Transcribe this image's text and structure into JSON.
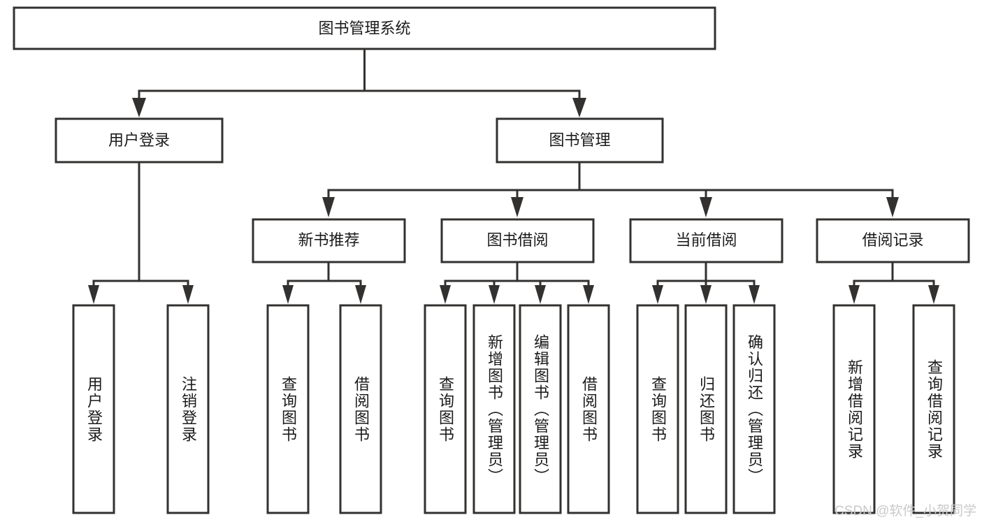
{
  "diagram": {
    "title_node": {
      "label": "图书管理系统"
    },
    "level2": [
      {
        "id": "user-login",
        "label": "用户登录"
      },
      {
        "id": "book-management",
        "label": "图书管理"
      }
    ],
    "level3": [
      {
        "id": "new-book-recommend",
        "label": "新书推荐"
      },
      {
        "id": "book-borrow",
        "label": "图书借阅"
      },
      {
        "id": "current-borrow",
        "label": "当前借阅"
      },
      {
        "id": "borrow-record",
        "label": "借阅记录"
      }
    ],
    "leaves": [
      {
        "id": "leaf-user-login",
        "label": "用户登录",
        "parent": "user-login"
      },
      {
        "id": "leaf-logout-login",
        "label": "注销登录",
        "parent": "user-login"
      },
      {
        "id": "leaf-query-book-1",
        "label": "查询图书",
        "parent": "new-book-recommend"
      },
      {
        "id": "leaf-borrow-book-1",
        "label": "借阅图书",
        "parent": "new-book-recommend"
      },
      {
        "id": "leaf-query-book-2",
        "label": "查询图书",
        "parent": "book-borrow"
      },
      {
        "id": "leaf-add-book",
        "label": "新增图书（管理员）",
        "parent": "book-borrow"
      },
      {
        "id": "leaf-edit-book",
        "label": "编辑图书（管理员）",
        "parent": "book-borrow"
      },
      {
        "id": "leaf-borrow-book-2",
        "label": "借阅图书",
        "parent": "book-borrow"
      },
      {
        "id": "leaf-query-book-3",
        "label": "查询图书",
        "parent": "current-borrow"
      },
      {
        "id": "leaf-return-book",
        "label": "归还图书",
        "parent": "current-borrow"
      },
      {
        "id": "leaf-confirm-return",
        "label": "确认归还（管理员）",
        "parent": "current-borrow"
      },
      {
        "id": "leaf-add-record",
        "label": "新增借阅记录",
        "parent": "borrow-record"
      },
      {
        "id": "leaf-query-record",
        "label": "查询借阅记录",
        "parent": "borrow-record"
      }
    ],
    "colors": {
      "stroke": "#33312f",
      "fill": "#ffffff",
      "text": "#1b1b1b",
      "watermark": "#c9c9c9",
      "background": "#ffffff"
    }
  },
  "watermark": {
    "text": "CSDN @软件_小贺同学"
  }
}
